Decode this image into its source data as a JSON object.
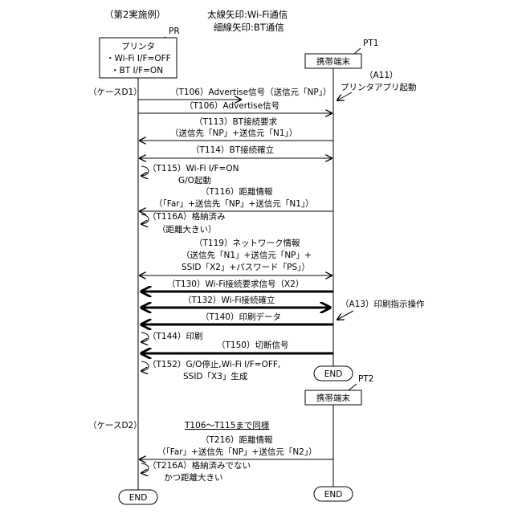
{
  "header": {
    "embodiment": "（第2実施例）",
    "legend_thick": "太線矢印:Wi-Fi通信",
    "legend_thin": "細線矢印:BT通信"
  },
  "printer": {
    "ref": "PR",
    "title": "プリンタ",
    "line1": "・Wi-Fi I/F=OFF",
    "line2": "・BT I/F=ON"
  },
  "terminal1": {
    "ref": "PT1",
    "title": "携帯端末"
  },
  "terminal2": {
    "ref": "PT2",
    "title": "携帯端末"
  },
  "case_d1": "（ケースD1）",
  "case_d2": "（ケースD2）",
  "a11": {
    "line1": "（A11）",
    "line2": "プリンタアプリ起動"
  },
  "a13": "（A13）印刷指示操作",
  "messages": {
    "t106a": "（T106）Advertise信号（送信元「NP」）",
    "t106b": "（T106）Advertise信号",
    "t113a": "（T113）BT接続要求",
    "t113b": "（送信先「NP」+送信元「N1」）",
    "t114": "（T114）BT接続確立",
    "t115a": "（T115）Wi-Fi I/F=ON",
    "t115b": "G/O起動",
    "t116a": "（T116）距離情報",
    "t116b": "（「Far」+送信先「NP」+送信元「N1」）",
    "t116Aa": "（T116A）格納済み",
    "t116Ab": "（距離大きい）",
    "t119a": "（T119）ネットワーク情報",
    "t119b": "（送信先「N1」+送信元「NP」+",
    "t119c": "SSID「X2」+パスワード「PS」）",
    "t130": "（T130）Wi-Fi接続要求信号（X2）",
    "t132": "（T132）Wi-Fi接続確立",
    "t140": "（T140）印刷データ",
    "t144": "（T144）印刷",
    "t150": "（T150）切断信号",
    "t152a": "（T152）G/O停止,Wi-Fi I/F=OFF,",
    "t152b": "SSID「X3」生成",
    "same": "T106～T115まで同様",
    "t216a": "（T216）距離情報",
    "t216b": "（「Far」+送信先「NP」+送信元「N2」）",
    "t216Aa": "（T216A）格納済みでない",
    "t216Ab": "かつ距離大きい"
  },
  "end_label": "END"
}
